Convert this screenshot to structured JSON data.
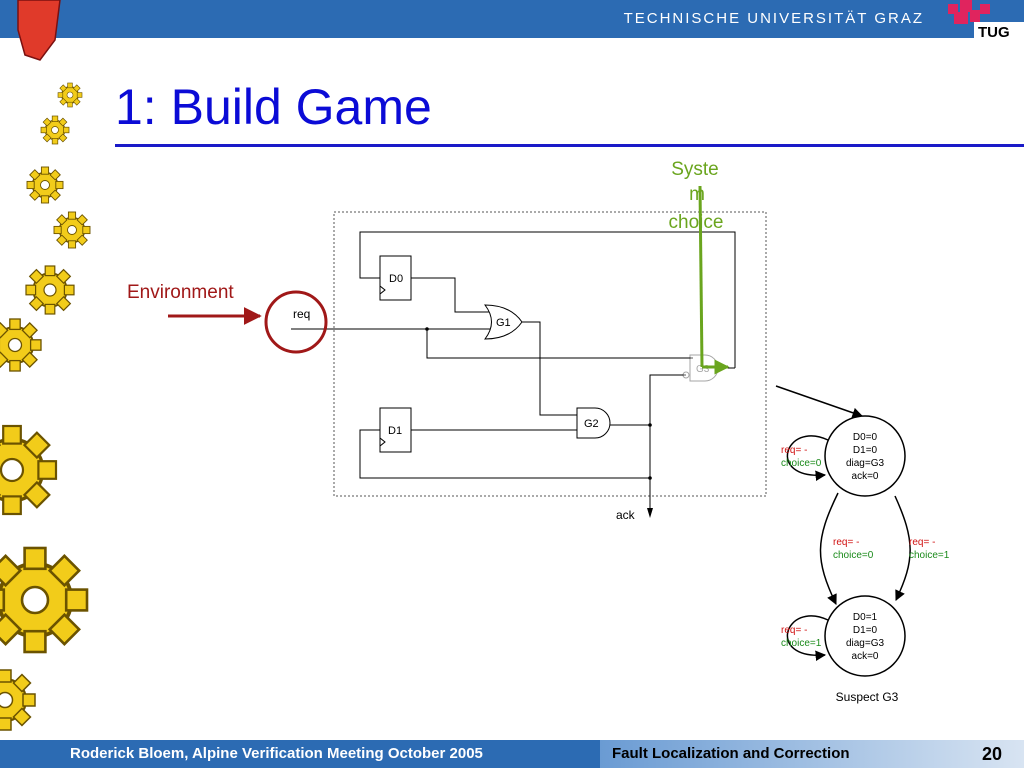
{
  "header": {
    "university": "TECHNISCHE UNIVERSITÄT GRAZ",
    "logo_text": "TUG",
    "bar_color": "#2c6bb3"
  },
  "slide": {
    "title": "1: Build Game",
    "title_color": "#0b0bd6"
  },
  "labels": {
    "environment": "Environment",
    "system_choice_1": "Syste",
    "system_choice_2": "m",
    "system_choice_3": "choice",
    "environment_color": "#a01818",
    "system_color": "#6aa51e"
  },
  "circuit": {
    "d0": "D0",
    "d1": "D1",
    "g1": "G1",
    "g2": "G2",
    "g3": "G3",
    "req": "req",
    "ack": "ack"
  },
  "states": {
    "s0": {
      "l1": "D0=0",
      "l2": "D1=0",
      "l3": "diag=G3",
      "l4": "ack=0"
    },
    "s1": {
      "l1": "D0=1",
      "l2": "D1=0",
      "l3": "diag=G3",
      "l4": "ack=0"
    }
  },
  "transitions": {
    "self0_req": "req= -",
    "self0_choice": "choice=0",
    "down_req": "req= -",
    "down_choice": "choice=0",
    "up_req": "req= -",
    "up_choice": "choice=1",
    "self1_req": "req= -",
    "self1_choice": "choice=1",
    "req_color": "#d01010",
    "choice_color": "#1a8a1a"
  },
  "caption": "Suspect G3",
  "footer": {
    "author": "Roderick Bloem, Alpine Verification Meeting October 2005",
    "topic": "Fault Localization and Correction",
    "page": "20"
  }
}
